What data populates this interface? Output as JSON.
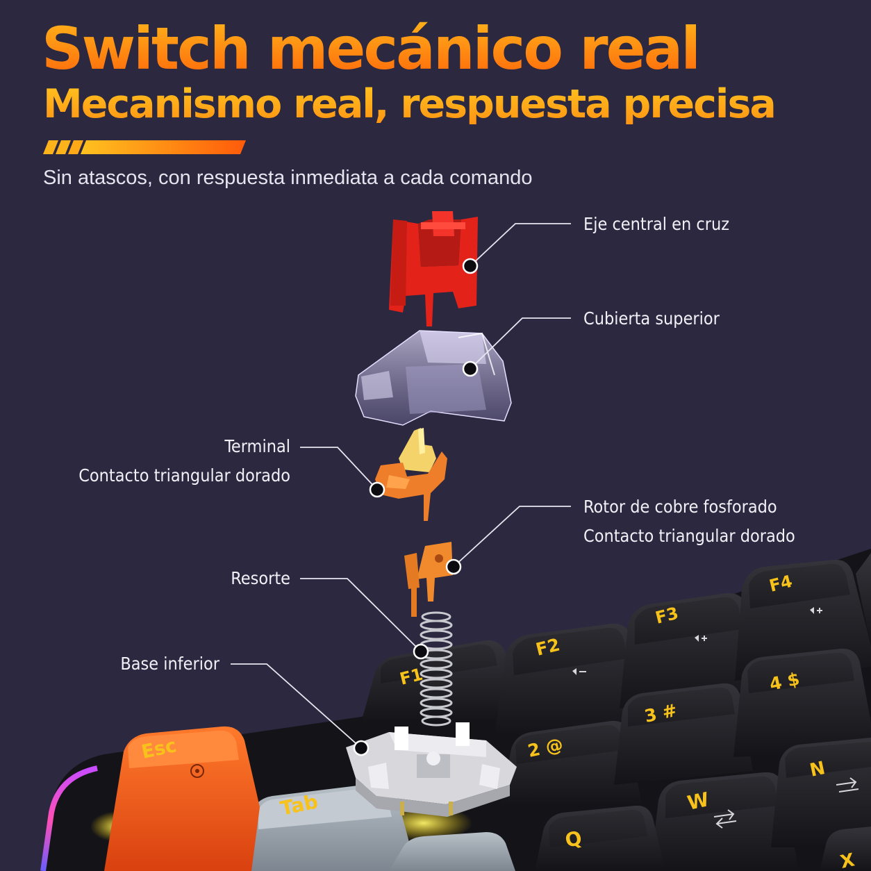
{
  "header": {
    "title": "Switch mecánico real",
    "subtitle": "Mecanismo real, respuesta precisa",
    "tagline": "Sin atascos, con respuesta inmediata a cada comando"
  },
  "parts": {
    "stem": "Eje central en cruz",
    "top_housing": "Cubierta superior",
    "terminal_line1": "Terminal",
    "terminal_line2": "Contacto triangular dorado",
    "rotor_line1": "Rotor de cobre fosforado",
    "rotor_line2": "Contacto triangular dorado",
    "spring": "Resorte",
    "bottom_housing": "Base inferior"
  },
  "keycaps": {
    "esc": "Esc",
    "tab": "Tab",
    "f1": "F1",
    "f2": "F2",
    "f3": "F3",
    "f4": "F4",
    "num2": "2 @",
    "num3": "3 #",
    "num4": "4 $",
    "q": "Q",
    "w": "W",
    "n": "N",
    "x": "X"
  },
  "colors": {
    "background": "#2b2840",
    "title_orange": "#ff8a12",
    "legend_yellow": "#f7c21b",
    "stem_red": "#e3221a",
    "esc_orange": "#f05a1c",
    "keycap_black": "#1b1b1f",
    "keycap_gray": "#9aa3ad"
  },
  "icons": [
    "callout-dot-icon",
    "volume-icon",
    "arrows-icon",
    "power-icon"
  ]
}
